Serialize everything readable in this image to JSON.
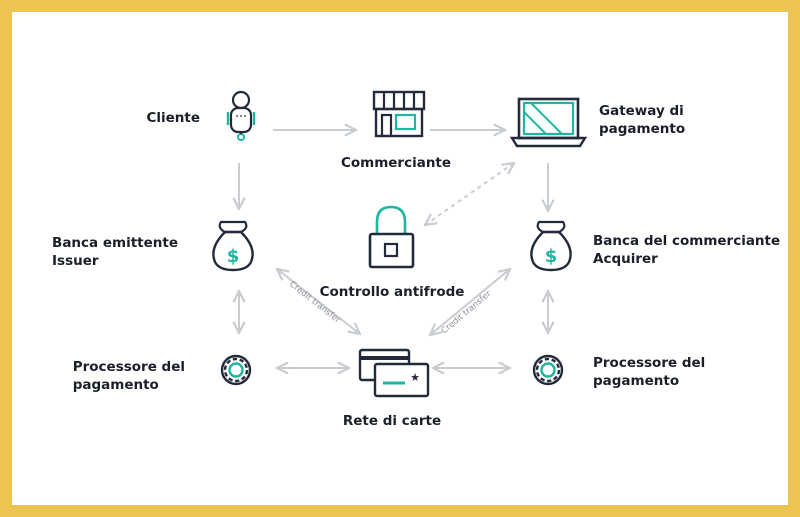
{
  "nodes": {
    "cliente": {
      "label": "Cliente"
    },
    "commerciante": {
      "label": "Commerciante"
    },
    "gateway": {
      "lines": [
        "Gateway di",
        "pagamento"
      ]
    },
    "banca_emittente": {
      "lines": [
        "Banca emittente",
        "Issuer"
      ]
    },
    "controllo": {
      "label": "Controllo antifrode"
    },
    "banca_commerciante": {
      "lines": [
        "Banca del commerciante",
        "Acquirer"
      ]
    },
    "processore_sx": {
      "lines": [
        "Processore del",
        "pagamento"
      ]
    },
    "processore_dx": {
      "lines": [
        "Processore del",
        "pagamento"
      ]
    },
    "rete": {
      "label": "Rete di carte"
    }
  },
  "edges": {
    "credit_left": "Credit transfer",
    "credit_right": "Credit transfer"
  },
  "colors": {
    "border": "#ecc453",
    "icon_stroke": "#232a3b",
    "accent": "#1fb6a0",
    "arrow": "#c9ccd1",
    "text": "#1b1f2a"
  },
  "icons": {
    "cliente": "person-icon",
    "commerciante": "store-icon",
    "gateway": "laptop-icon",
    "banca_emittente": "money-bag-icon",
    "controllo": "padlock-icon",
    "banca_commerciante": "money-bag-icon",
    "processore": "gear-icon",
    "rete": "cards-icon"
  }
}
